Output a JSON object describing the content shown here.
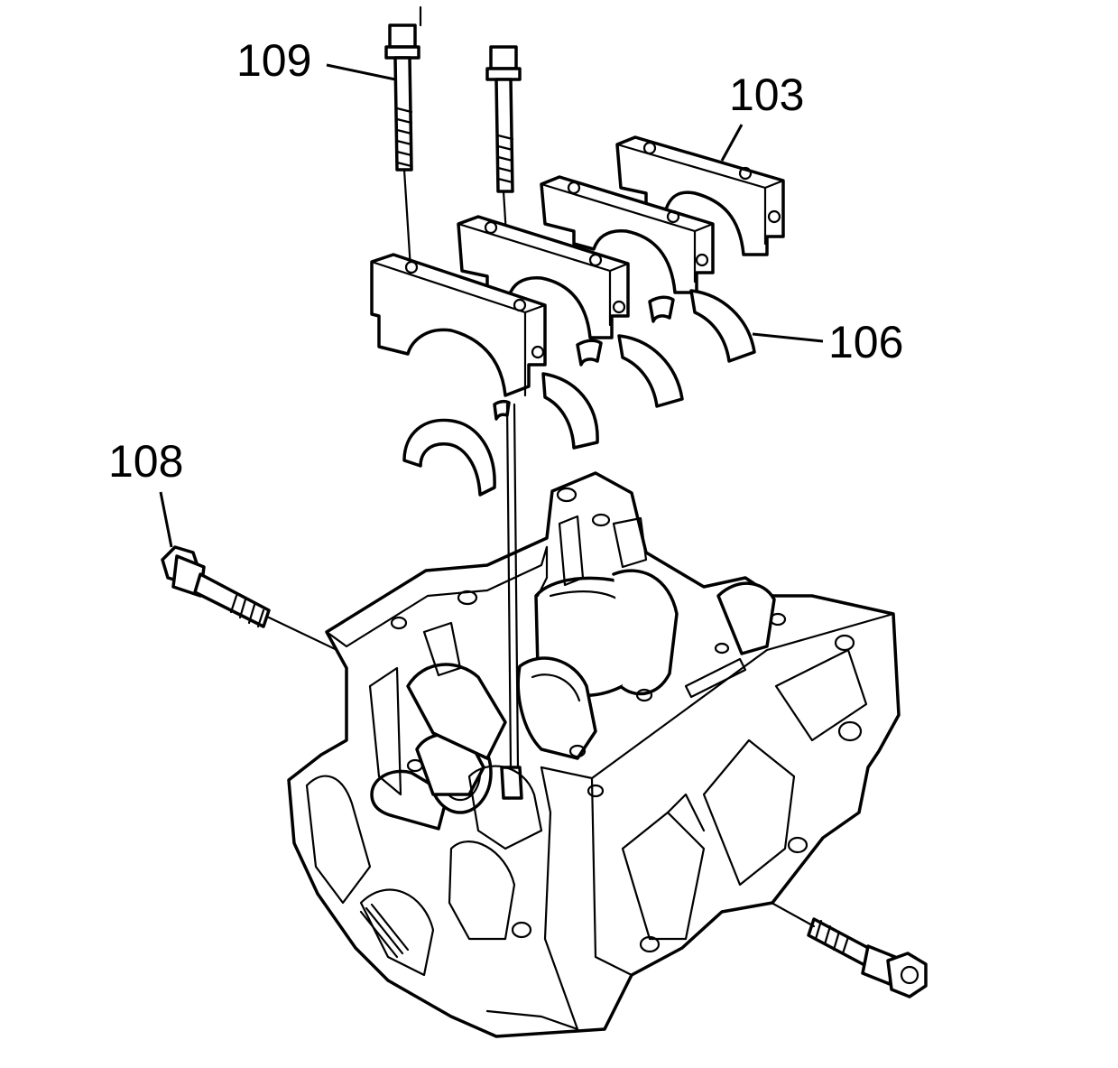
{
  "callouts": [
    {
      "id": "109",
      "label": "109"
    },
    {
      "id": "103",
      "label": "103"
    },
    {
      "id": "106",
      "label": "106"
    },
    {
      "id": "108",
      "label": "108"
    }
  ],
  "colors": {
    "line": "#000000",
    "background": "#ffffff"
  }
}
